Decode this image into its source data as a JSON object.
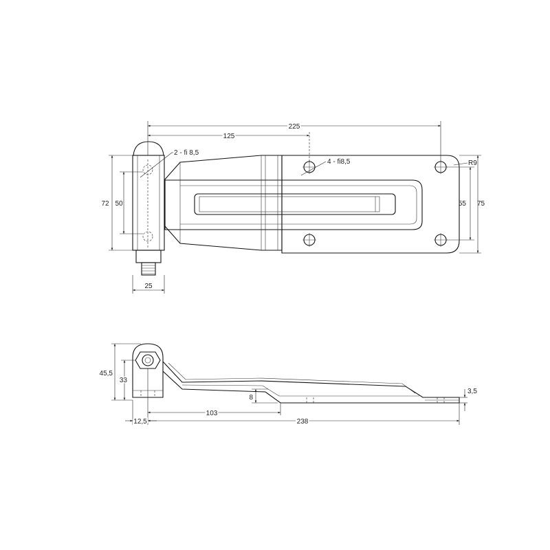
{
  "top_view": {
    "labels": {
      "overall_length": "225",
      "hole_offset": "125",
      "hinge_holes": "2 - fi 8,5",
      "plate_holes": "4 - fi8,5",
      "radius": "R9",
      "height_outer": "72",
      "height_inner": "50",
      "hole_spacing": "55",
      "plate_height": "75",
      "pin_width": "25"
    }
  },
  "side_view": {
    "labels": {
      "total_height": "45,5",
      "eye_height": "33",
      "offset": "8",
      "thickness": "3,5",
      "pin_offset": "12,5",
      "bend_distance": "103",
      "total_length": "238"
    }
  },
  "colors": {
    "line": "#111111",
    "background": "#ffffff"
  }
}
